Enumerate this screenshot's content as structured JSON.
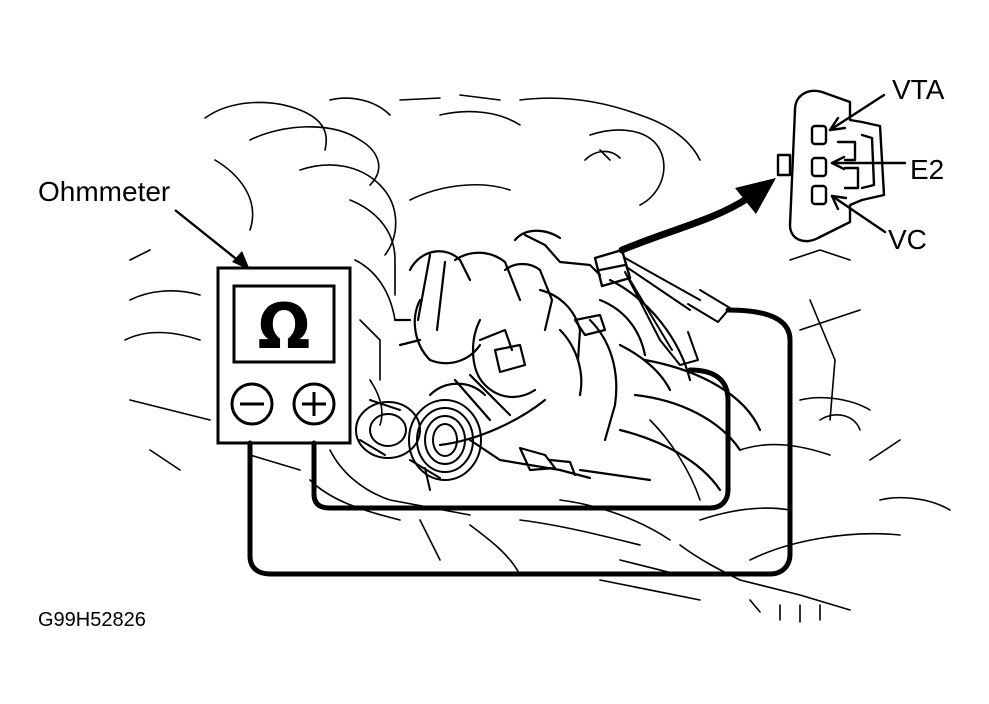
{
  "labels": {
    "meter": "Ohmmeter",
    "terminal_vta": "VTA",
    "terminal_e2": "E2",
    "terminal_vc": "VC",
    "figure_code": "G99H52826"
  },
  "meter": {
    "display_symbol": "Ω",
    "negative_terminal_icon": "minus-icon",
    "positive_terminal_icon": "plus-icon"
  },
  "connector": {
    "pins": [
      "VTA",
      "E2",
      "VC"
    ]
  },
  "colors": {
    "line": "#000000",
    "background": "#ffffff"
  }
}
